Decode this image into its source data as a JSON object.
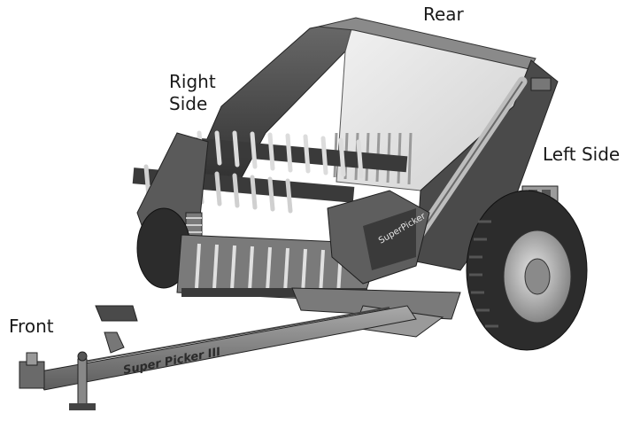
{
  "labels": {
    "rear": "Rear",
    "right_side_line1": "Right",
    "right_side_line2": "Side",
    "left_side": "Left Side",
    "front": "Front"
  },
  "machine": {
    "tongue_decal": "Super Picker III",
    "hood_decal": "SuperPicker"
  },
  "colors": {
    "dark_frame": "#3a3a3a",
    "mid_frame": "#6e6e6e",
    "light_panel": "#e2e2e2",
    "tire": "#2c2c2c",
    "rim": "#bdbdbd"
  }
}
